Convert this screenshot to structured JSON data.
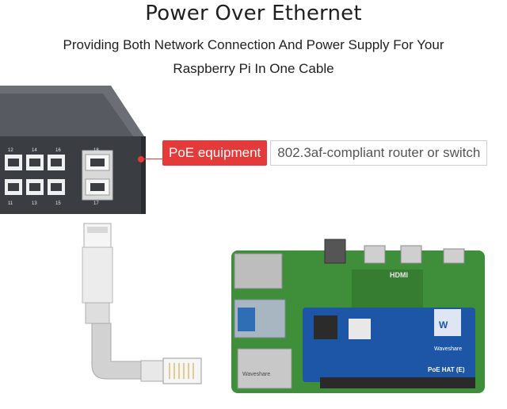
{
  "title": "Power Over Ethernet",
  "subtitle_line1": "Providing Both Network Connection And Power Supply For Your",
  "subtitle_line2": "Raspberry Pi In One Cable",
  "callout": {
    "tag": "PoE equipment",
    "description": "802.3af-compliant router or switch"
  },
  "switch_port_numbers": [
    "12",
    "14",
    "16",
    "18",
    "11",
    "13",
    "15",
    "17"
  ],
  "board_labels": {
    "hdmi": "HDMI",
    "brand": "Waveshare",
    "model": "PoE HAT (E)",
    "jack_brand": "Waveshare"
  },
  "colors": {
    "accent": "#e53a3a",
    "board_green": "#3f8f3a",
    "hat_blue": "#1d56a6",
    "switch_body": "#3a3d42"
  }
}
